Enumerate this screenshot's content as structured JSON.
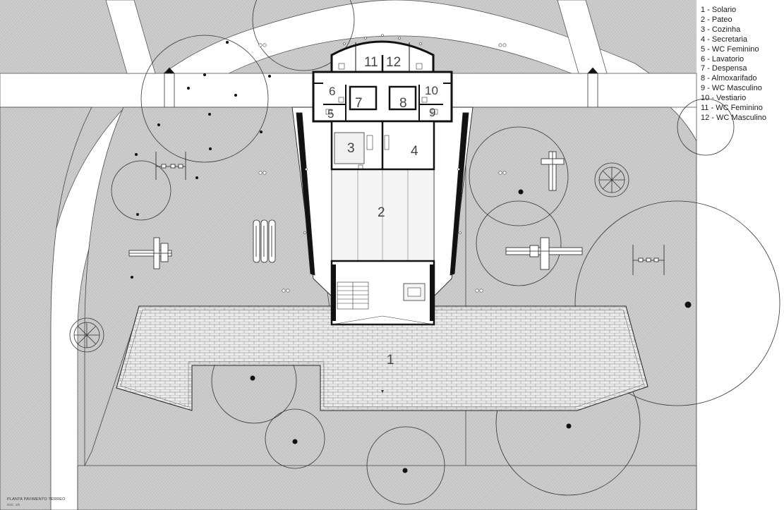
{
  "legend": [
    {
      "number": "1",
      "name": "Solario"
    },
    {
      "number": "2",
      "name": "Pateo"
    },
    {
      "number": "3",
      "name": "Cozinha"
    },
    {
      "number": "4",
      "name": "Secretaria"
    },
    {
      "number": "5",
      "name": "WC Feminino"
    },
    {
      "number": "6",
      "name": "Lavatorio"
    },
    {
      "number": "7",
      "name": "Despensa"
    },
    {
      "number": "8",
      "name": "Almoxarifado"
    },
    {
      "number": "9",
      "name": "WC Masculino"
    },
    {
      "number": "10",
      "name": "Vestiario"
    },
    {
      "number": "11",
      "name": "WC Feminino"
    },
    {
      "number": "12",
      "name": "WC Masculino"
    }
  ],
  "plan_labels": {
    "n1": "1",
    "n2": "2",
    "n3": "3",
    "n4": "4",
    "n5": "5",
    "n6": "6",
    "n7": "7",
    "n8": "8",
    "n9": "9",
    "n10": "10",
    "n11": "11",
    "n12": "12"
  },
  "caption": "PLANTA PAVIMENTO TÉRREO",
  "scale": "ESC. 1/5",
  "colors": {
    "hatch_fill": "#c9c9c9",
    "line": "#2b2b2b",
    "wall": "#111111",
    "paving": "#e6e6e6",
    "background": "#ffffff"
  },
  "icons": [
    "tree-canopy-icon",
    "tree-trunk-icon",
    "playground-equipment-icon",
    "swing-icon",
    "round-planter-icon",
    "stair-icon"
  ]
}
